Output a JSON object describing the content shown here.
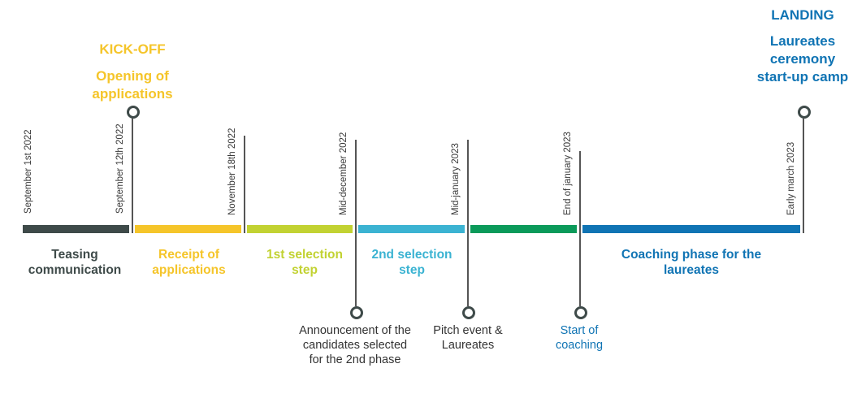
{
  "top": {
    "kickoff_title": "KICK-OFF",
    "kickoff_text": "Opening of applications",
    "landing_title": "LANDING",
    "landing_text": "Laureates ceremony start-up camp"
  },
  "dates": [
    "September 1st 2022",
    "September 12th 2022",
    "November 18th 2022",
    "Mid-december 2022",
    "Mid-january 2023",
    "End of january 2023",
    "Early march 2023"
  ],
  "phases": [
    {
      "label": "Teasing communication",
      "color": "#3e4a49"
    },
    {
      "label": "Receipt of applications",
      "color": "#f5c52a"
    },
    {
      "label": "1st selection step",
      "color": "#c2d232"
    },
    {
      "label": "2nd selection step",
      "color": "#3bb3d2"
    },
    {
      "label": "",
      "color": "#0b9a5a"
    },
    {
      "label": "Coaching phase for the laureates",
      "color": "#1074b4"
    }
  ],
  "events": {
    "announcement": "Announcement of the candidates selected for the 2nd phase",
    "pitch": "Pitch event & Laureates",
    "coaching": "Start of coaching"
  },
  "colors": {
    "kickoff": "#f5c52a",
    "landing": "#1074b4",
    "dark": "#3e4a49"
  }
}
